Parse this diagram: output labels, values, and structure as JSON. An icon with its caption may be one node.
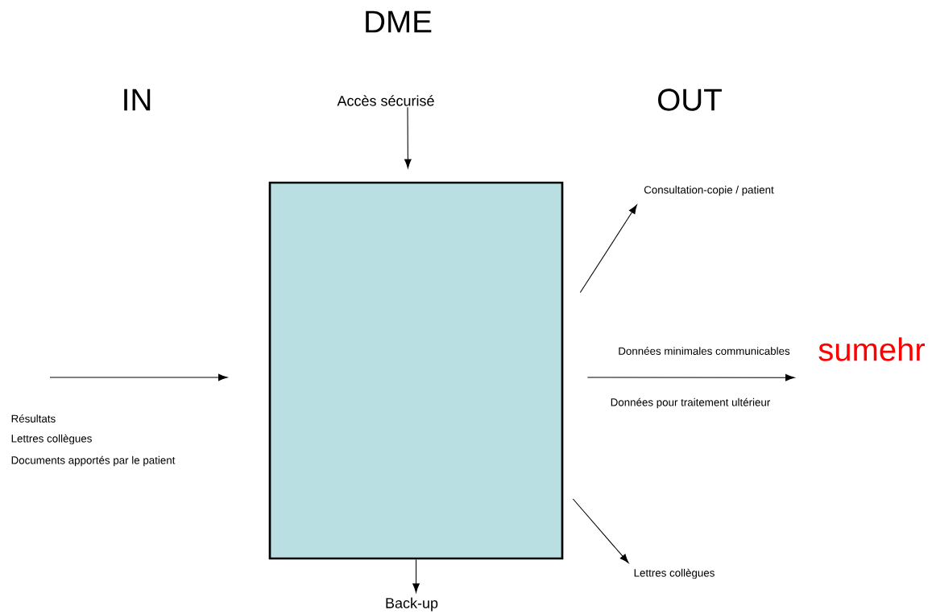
{
  "diagram": {
    "title": "DME",
    "nodes": [
      {
        "text": [],
        "shape": "box"
      },
      {
        "text": [
          "Accès sécurisé"
        ]
      },
      {
        "text": [
          "Consultation-copie / patient"
        ]
      },
      {
        "text": [
          "sumehr"
        ]
      },
      {
        "text": [
          "Lettres collègues"
        ]
      },
      {
        "text": [
          "Back-up"
        ]
      }
    ],
    "edges": [
      {
        "from": null,
        "to": 0,
        "arrow": "to"
      },
      {
        "from": 1,
        "to": 0,
        "arrow": "to"
      },
      {
        "from": 0,
        "to": 2,
        "arrow": "to"
      },
      {
        "from": 0,
        "to": 3,
        "arrow": "to",
        "label": "Données minimales communicables"
      },
      {
        "from": 0,
        "to": 4,
        "arrow": "to"
      },
      {
        "from": 0,
        "to": 5,
        "arrow": "to"
      }
    ],
    "labels": [
      "IN",
      "OUT",
      "Données pour traitement ultérieur",
      "Résultats",
      "Lettres collègues",
      "Documents apportés par le patient"
    ]
  }
}
